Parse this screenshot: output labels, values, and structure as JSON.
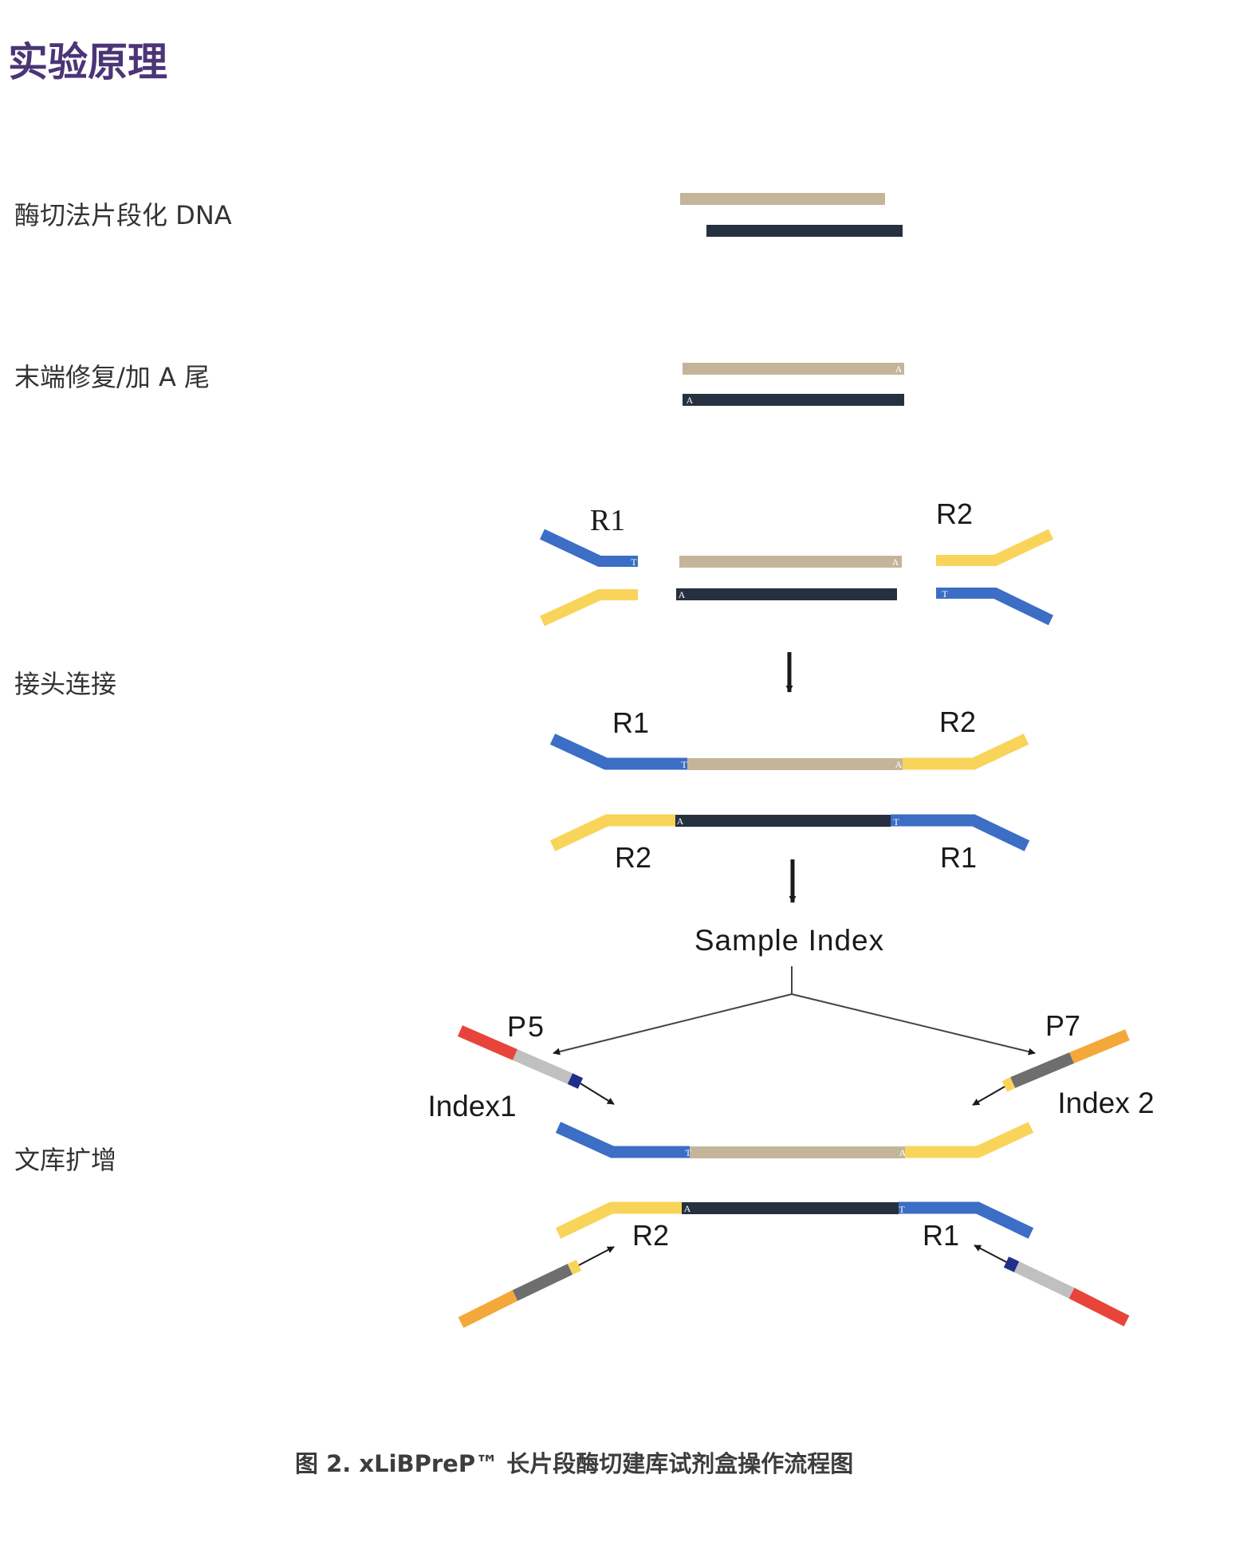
{
  "title": "实验原理",
  "steps": [
    {
      "label": "酶切法片段化 DNA"
    },
    {
      "label": "末端修复/加 A 尾"
    },
    {
      "label": "接头连接"
    },
    {
      "label": "文库扩增"
    }
  ],
  "diagram": {
    "adapter_r1": "R1",
    "adapter_r2": "R2",
    "base_a": "A",
    "base_t": "T",
    "sample_index": "Sample Index",
    "p5": "P5",
    "p7": "P7",
    "index1": "Index1",
    "index2": "Index 2"
  },
  "caption": "图 2. xLiBPreP™ 长片段酶切建库试剂盒操作流程图",
  "colors": {
    "title": "#4b3577",
    "top_strand": "#c4b59a",
    "bottom_strand": "#263040",
    "r1_adapter": "#3b6ec4",
    "r2_adapter": "#f9d45a",
    "p5": "#e8443a",
    "p7": "#f4a83a",
    "index1_spacer": "#c0c0c0",
    "index2_spacer": "#6e6e6e",
    "index1_marker": "#1f2f8a",
    "arrow": "#1a1a1a"
  }
}
